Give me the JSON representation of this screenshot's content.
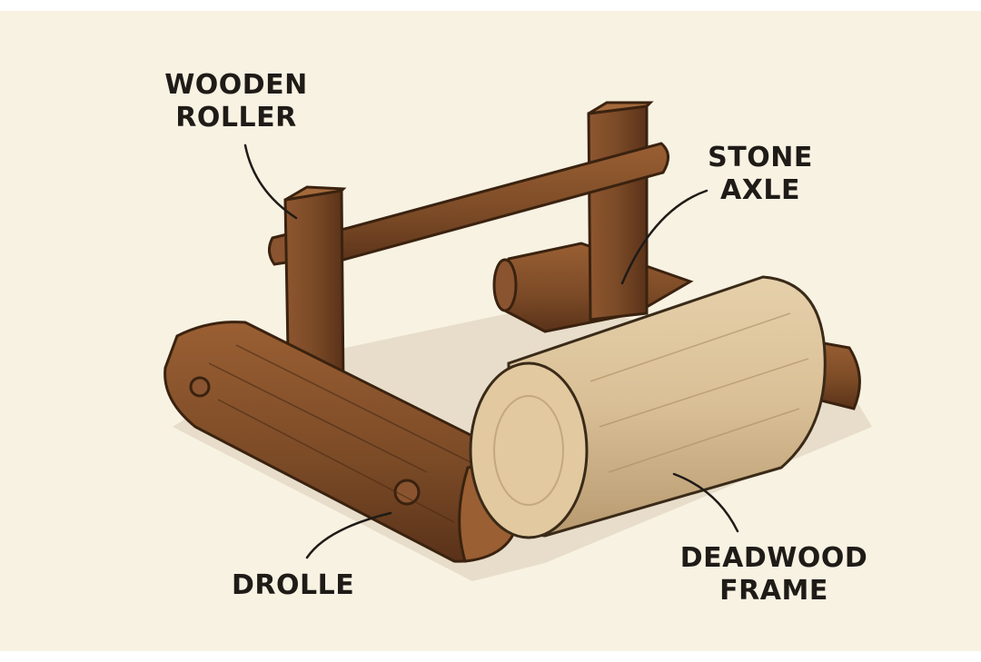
{
  "labels": {
    "wooden_roller": {
      "line1": "WOODEN",
      "line2": "ROLLER"
    },
    "stone_axle": {
      "line1": "STONE",
      "line2": "AXLE"
    },
    "drolle": {
      "line1": "DROLLE"
    },
    "deadwood_frame": {
      "line1": "DEADWOOD",
      "line2": "FRAME"
    }
  },
  "colors": {
    "paper": "#f8f2e3",
    "dark_wood": "#7a4a26",
    "dark_wood_shadow": "#4a2a14",
    "light_wood": "#d9bf96",
    "light_wood_shadow": "#b89a70",
    "axle": "#8f8f8f",
    "ink": "#1f1b17"
  }
}
